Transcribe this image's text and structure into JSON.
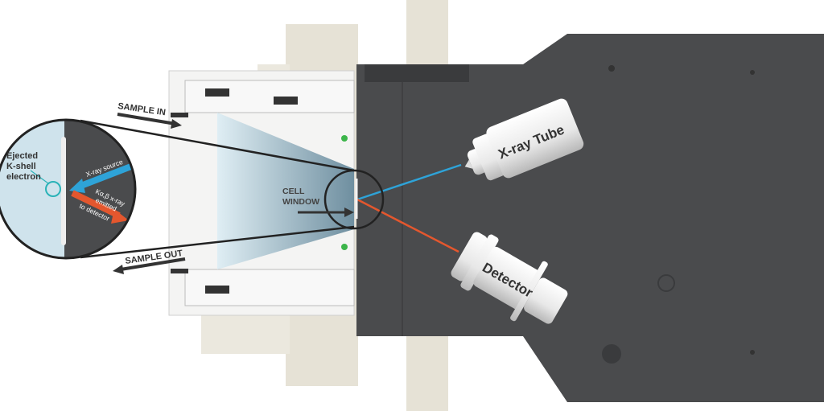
{
  "labels": {
    "sample_in": "SAMPLE IN",
    "sample_out": "SAMPLE OUT",
    "cell_window_line1": "CELL",
    "cell_window_line2": "WINDOW",
    "ejected_line1": "Ejected",
    "ejected_line2": "K-shell",
    "ejected_line3": "electron",
    "xray_source": "X-ray source",
    "emitted_line1": "Kα,β x-ray",
    "emitted_line2": "emitted",
    "emitted_line3": "to detector",
    "xray_tube": "X-ray Tube",
    "detector": "Detector"
  },
  "colors": {
    "body": "#4a4b4d",
    "beige": "#e6e2d6",
    "sample": "#cfe3ec",
    "xray_beam": "#2ea3d8",
    "fluorescence": "#e4572e",
    "indicator": "#3cb54a",
    "electron": "#2bb3b8"
  }
}
